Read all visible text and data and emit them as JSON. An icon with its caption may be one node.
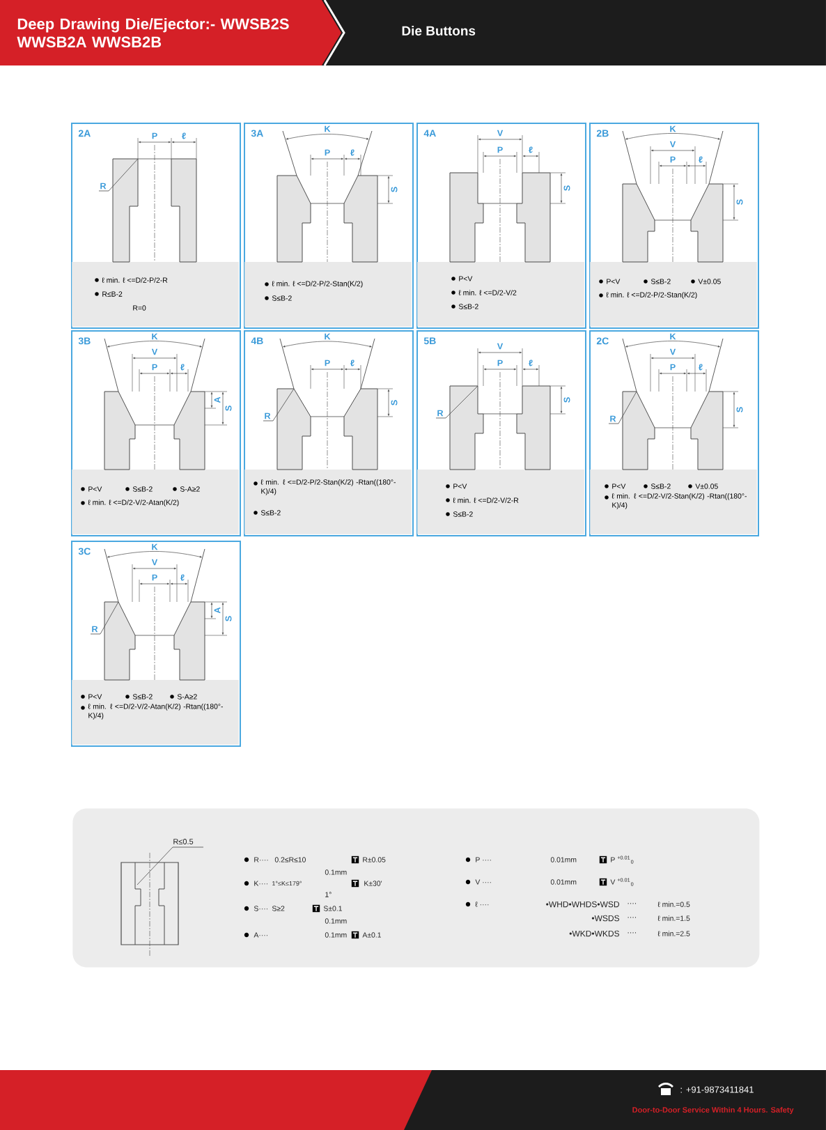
{
  "diagram": {
    "title": "Deep Drawing Die/Ejector:- WWSB2S WWSB2A WWSB2B",
    "nodes": [
      {
        "text": [
          "2A",
          "P",
          "ℓ",
          "R",
          "ℓ min. ℓ <=D/2-P/2-R",
          "R≤B-2",
          "R=0"
        ]
      },
      {
        "text": [
          "3A",
          "K",
          "P",
          "ℓ",
          "S",
          "ℓ min. ℓ <=D/2-P/2-Stan(K/2)",
          "S≤B-2"
        ]
      },
      {
        "text": [
          "4A",
          "V",
          "P",
          "ℓ",
          "S",
          "P<V",
          "ℓ min. ℓ <=D/2-V/2",
          "S≤B-2"
        ]
      },
      {
        "text": [
          "2B",
          "K",
          "V",
          "P",
          "ℓ",
          "S",
          "P<V",
          "S≤B-2",
          "V±0.05",
          "ℓ min. ℓ <=D/2-P/2-Stan(K/2)"
        ]
      },
      {
        "text": [
          "3B",
          "K",
          "V",
          "P",
          "ℓ",
          "A",
          "S",
          "P<V",
          "S≤B-2",
          "S-A≥2",
          "ℓ min. ℓ <=D/2-V/2-Atan(K/2)"
        ]
      },
      {
        "text": [
          "4B",
          "K",
          "P",
          "ℓ",
          "S",
          "R",
          "ℓ min. ℓ <=D/2-P/2-Stan(K/2) -Rtan((180°-K)/4)",
          "S≤B-2"
        ]
      },
      {
        "text": [
          "5B",
          "V",
          "P",
          "ℓ",
          "S",
          "R",
          "P<V",
          "ℓ min. ℓ <=D/2-V/2-R",
          "S≤B-2"
        ]
      },
      {
        "text": [
          "2C",
          "K",
          "V",
          "P",
          "ℓ",
          "S",
          "R",
          "P<V",
          "S≤B-2",
          "V±0.05",
          "ℓ min. ℓ <=D/2-V/2-Stan(K/2) -Rtan((180°-K)/4)"
        ]
      },
      {
        "text": [
          "3C",
          "K",
          "V",
          "P",
          "ℓ",
          "A",
          "S",
          "R",
          "P<V",
          "S≤B-2",
          "S-A≥2",
          "ℓ min. ℓ <=D/2-V/2-Atan(K/2) -Rtan((180°-K)/4)"
        ]
      },
      {
        "text": [
          "R≤0.5",
          "R····",
          "0.2≤R≤10",
          "0.1mm",
          "R±0.05",
          "K····",
          "1°≤K≤179°",
          "1°",
          "K±30'",
          "S····",
          "S≥2",
          "S±0.1",
          "0.1mm",
          "A····",
          "0.1mm",
          "A±0.1",
          "P ····",
          "0.01mm",
          "P $^{+0.01}$$_{0}$",
          "V ····",
          "0.01mm",
          "V $^{+0.01}$$_{0}$",
          "ℓ ····",
          "•WHD•WHDS•WSD",
          "····",
          "ℓ min.=0.5",
          "•WSDS",
          "····",
          "ℓ min.=1.5",
          "•WKD•WKDS",
          "····",
          "ℓ min.=2.5"
        ]
      }
    ],
    "labels": [
      "Die Buttons",
      ": +91-9873411841",
      "Door-to-Door Service Within 4 Hours. Safety"
    ]
  }
}
